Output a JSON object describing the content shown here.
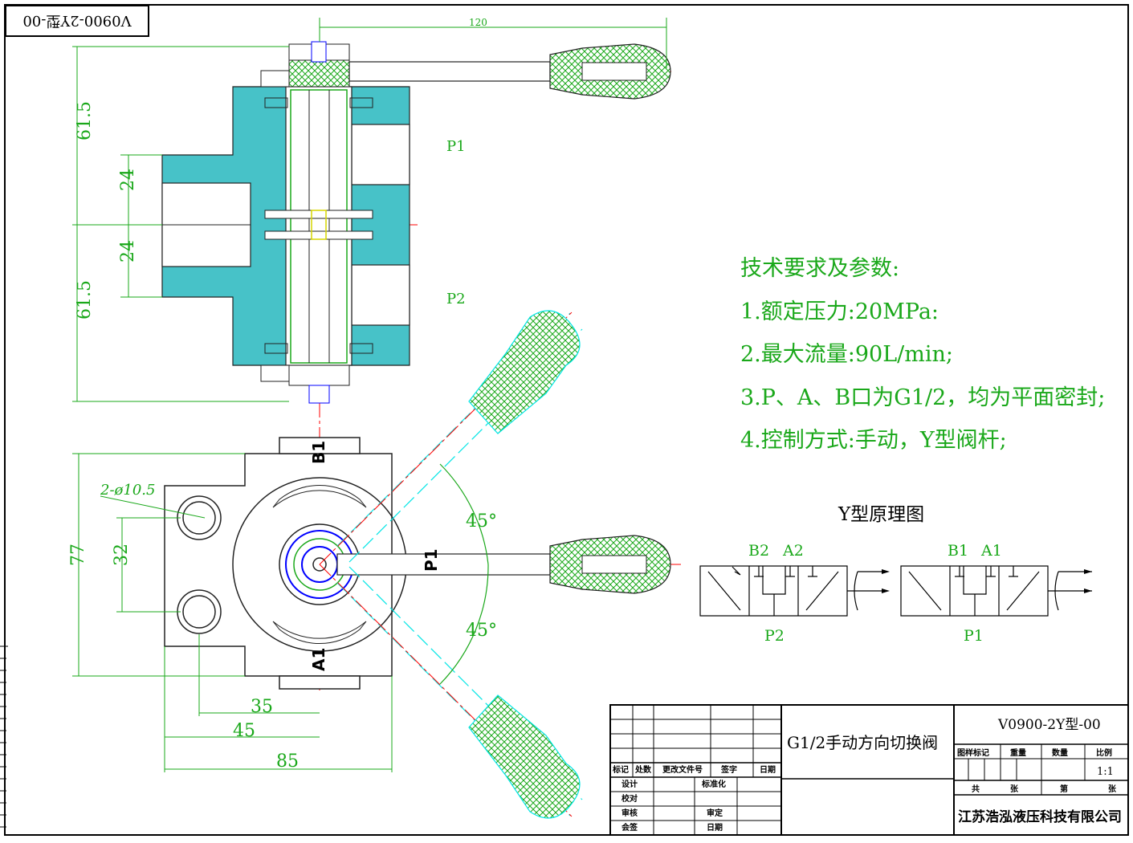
{
  "corner_code": "V0900-2Y型-00",
  "dimensions": {
    "width_120": "120",
    "upper_61_5": "61.5",
    "lower_61_5": "61.5",
    "upper_24": "24",
    "lower_24": "24",
    "height_77": "77",
    "height_32": "32",
    "width_35": "35",
    "width_45": "45",
    "width_85": "85",
    "holes": "2-ø10.5",
    "angle_upper": "45°",
    "angle_lower": "45°"
  },
  "port_labels": {
    "p1": "P1",
    "p2": "P2",
    "b1": "B1",
    "a1": "A1",
    "p1_handle": "P1"
  },
  "tech_requirements": {
    "title": "技术要求及参数:",
    "items": [
      "1.额定压力:20MPa:",
      "2.最大流量:90L/min;",
      "3.P、A、B口为G1/2，均为平面密封;",
      "4.控制方式:手动，Y型阀杆;"
    ]
  },
  "schematic": {
    "title": "Y型原理图",
    "left": {
      "b": "B2",
      "a": "A2",
      "p": "P2"
    },
    "right": {
      "b": "B1",
      "a": "A1",
      "p": "P1"
    }
  },
  "title_block": {
    "product_name": "G1/2手动方向切换阀",
    "drawing_no": "V0900-2Y型-00",
    "company": "江苏浩泓液压科技有限公司",
    "scale": "1:1",
    "headers": {
      "mark": "标记",
      "count": "处数",
      "change_doc": "更改文件号",
      "sign": "签字",
      "date": "日期",
      "design": "设计",
      "standardize": "标准化",
      "check": "校对",
      "review": "审核",
      "approve": "审定",
      "countersign": "会签",
      "date2": "日期",
      "stage_mark": "图样标记",
      "weight": "重量",
      "quantity": "数量",
      "ratio": "比例",
      "total": "共",
      "sheet_unit": "张",
      "sheet_no": "第",
      "sheet_unit2": "张"
    }
  },
  "colors": {
    "green": "#1aa81a",
    "cyan": "#00e5e5",
    "red": "#ff0000",
    "blue": "#0000ff",
    "black": "#000000"
  }
}
